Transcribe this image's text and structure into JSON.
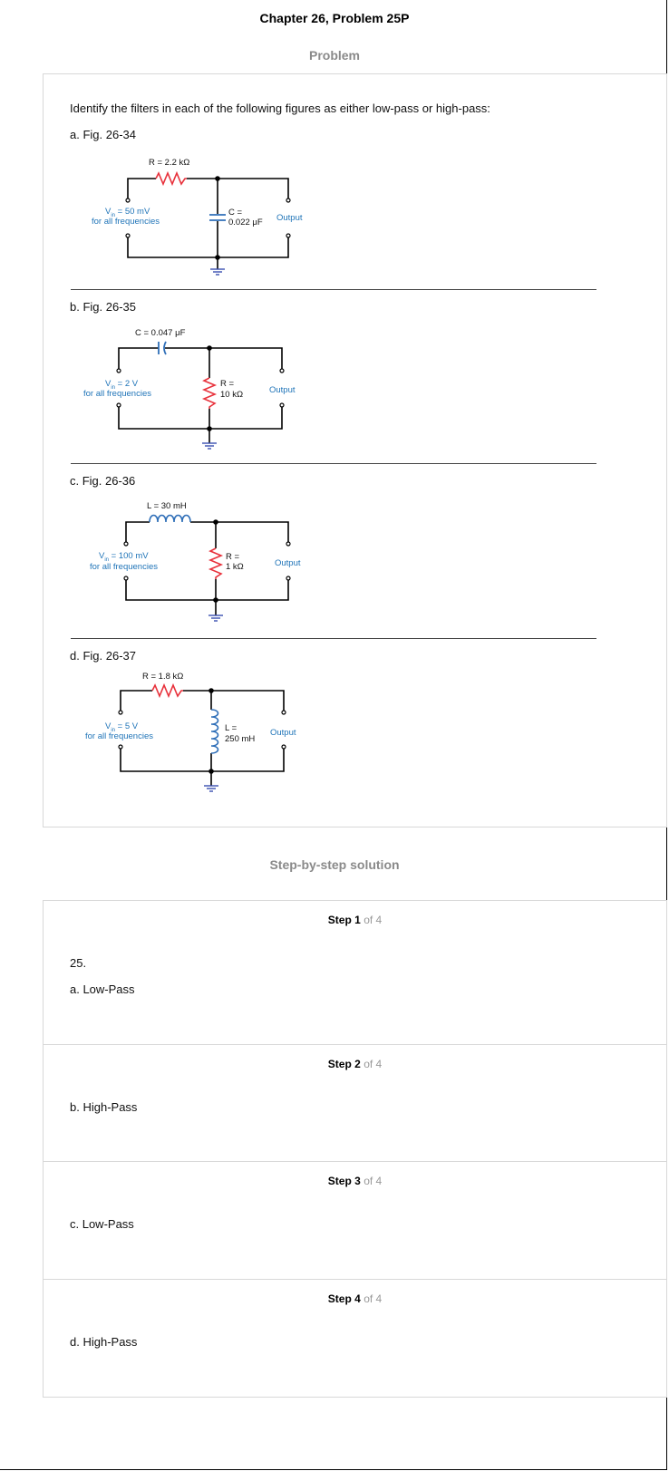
{
  "page": {
    "title": "Chapter 26, Problem 25P",
    "problem_header": "Problem",
    "solution_header": "Step-by-step solution"
  },
  "problem": {
    "intro": "Identify the filters in each of the following figures as either low-pass or high-pass:",
    "parts": [
      {
        "label": "a. Fig. 26-34",
        "component_label": "R = 2.2 kΩ",
        "shunt_label_1": "C =",
        "shunt_label_2": "0.022 μF",
        "vin_1": "V",
        "vin_sub": "in",
        "vin_2": " = 50 mV",
        "vin_freq": "for all frequencies",
        "output": "Output"
      },
      {
        "label": "b. Fig. 26-35",
        "component_label": "C = 0.047 μF",
        "shunt_label_1": "R =",
        "shunt_label_2": "10 kΩ",
        "vin_1": "V",
        "vin_sub": "in",
        "vin_2": " = 2 V",
        "vin_freq": "for all frequencies",
        "output": "Output"
      },
      {
        "label": "c. Fig. 26-36",
        "component_label": "L = 30 mH",
        "shunt_label_1": "R =",
        "shunt_label_2": "1 kΩ",
        "vin_1": "V",
        "vin_sub": "in",
        "vin_2": " = 100 mV",
        "vin_freq": "for all frequencies",
        "output": "Output"
      },
      {
        "label": "d. Fig. 26-37",
        "component_label": "R = 1.8 kΩ",
        "shunt_label_1": "L =",
        "shunt_label_2": "250 mH",
        "vin_1": "V",
        "vin_sub": "in",
        "vin_2": " = 5 V",
        "vin_freq": "for all frequencies",
        "output": "Output"
      }
    ]
  },
  "steps": [
    {
      "step_word": "Step",
      "num": "1",
      "of": "of 4",
      "lines": [
        "25.",
        "a. Low-Pass"
      ]
    },
    {
      "step_word": "Step",
      "num": "2",
      "of": "of 4",
      "lines": [
        "b. High-Pass"
      ]
    },
    {
      "step_word": "Step",
      "num": "3",
      "of": "of 4",
      "lines": [
        "c. Low-Pass"
      ]
    },
    {
      "step_word": "Step",
      "num": "4",
      "of": "of 4",
      "lines": [
        "d. High-Pass"
      ]
    }
  ],
  "colors": {
    "resistor": "#e8323c",
    "capacitor": "#2f6fb8",
    "inductor": "#2f6fb8",
    "ground": "#3a4fb0",
    "label_blue": "#1f74b8"
  }
}
